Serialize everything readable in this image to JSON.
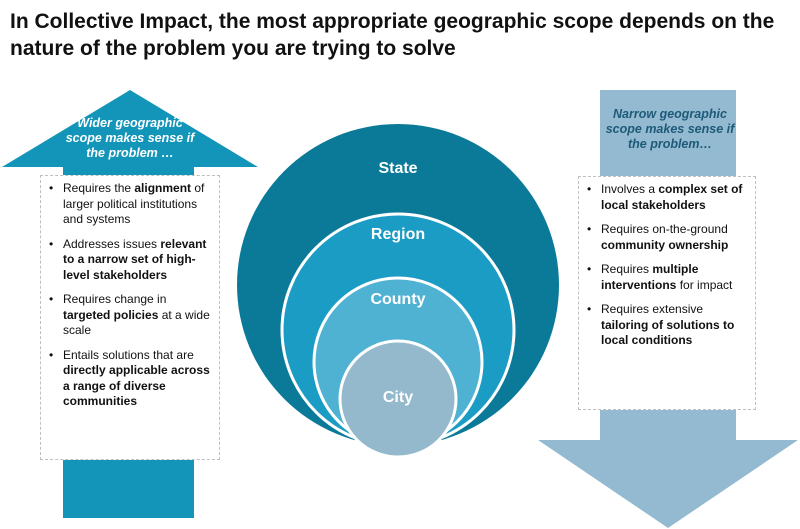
{
  "title": "In Collective Impact, the most appropriate geographic scope depends on the nature of the problem you are trying to solve",
  "left_arrow": {
    "label": "Wider geographic scope makes sense if the problem …",
    "items": [
      {
        "pre": "Requires the ",
        "bold": "alignment",
        "post": " of larger political institutions and systems"
      },
      {
        "pre": "Addresses issues ",
        "bold": "relevant to a narrow set of high-level stakeholders",
        "post": ""
      },
      {
        "pre": "Requires change in ",
        "bold": "targeted policies",
        "post": " at a wide scale"
      },
      {
        "pre": "Entails solutions that are ",
        "bold": "directly applicable across a range of diverse communities",
        "post": ""
      }
    ]
  },
  "right_arrow": {
    "label": "Narrow geographic scope makes sense if the problem…",
    "items": [
      {
        "pre": "Involves a ",
        "bold": "complex set of local stakeholders",
        "post": ""
      },
      {
        "pre": "Requires on-the-ground ",
        "bold": "community ownership",
        "post": ""
      },
      {
        "pre": "Requires ",
        "bold": "multiple interventions",
        "post": " for impact"
      },
      {
        "pre": "Requires extensive ",
        "bold": "tailoring of solutions to local conditions",
        "post": ""
      }
    ]
  },
  "circles": {
    "state": "State",
    "region": "Region",
    "county": "County",
    "city": "City"
  },
  "colors": {
    "state": "#0b7a98",
    "region": "#1b9cc4",
    "county": "#4fb2d2",
    "city": "#94b9cc",
    "left_arrow": "#1395b9",
    "right_arrow": "#93bad0"
  }
}
